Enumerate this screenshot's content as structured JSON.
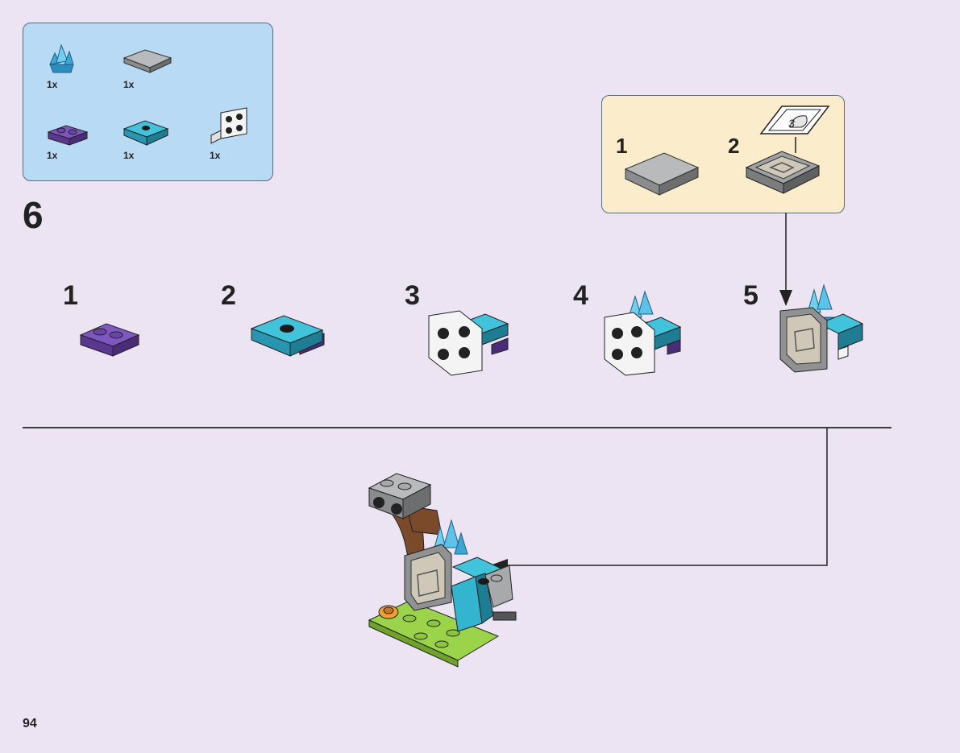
{
  "parts_list": {
    "items": [
      {
        "icon": "crystal-piece-icon",
        "qty": "1x"
      },
      {
        "icon": "gray-tile-icon",
        "qty": "1x"
      },
      {
        "icon": "purple-plate-icon",
        "qty": "1x"
      },
      {
        "icon": "azure-jumper-plate-icon",
        "qty": "1x"
      },
      {
        "icon": "white-bracket-icon",
        "qty": "1x"
      }
    ]
  },
  "main_step": "6",
  "substeps": [
    "1",
    "2",
    "3",
    "4",
    "5"
  ],
  "subassembly": {
    "steps": [
      "1",
      "2"
    ],
    "sticker_label": "3"
  },
  "page_number": "94",
  "colors": {
    "background": "#ece3f3",
    "parts_box": "#b9daf4",
    "subassembly_box": "#fbeccb",
    "purple": "#6a44a8",
    "azure": "#33b4cf",
    "gray": "#a7a9ab",
    "crystal": "#5cc2ea",
    "lime": "#8cc63f",
    "brown": "#7a4a2a"
  }
}
